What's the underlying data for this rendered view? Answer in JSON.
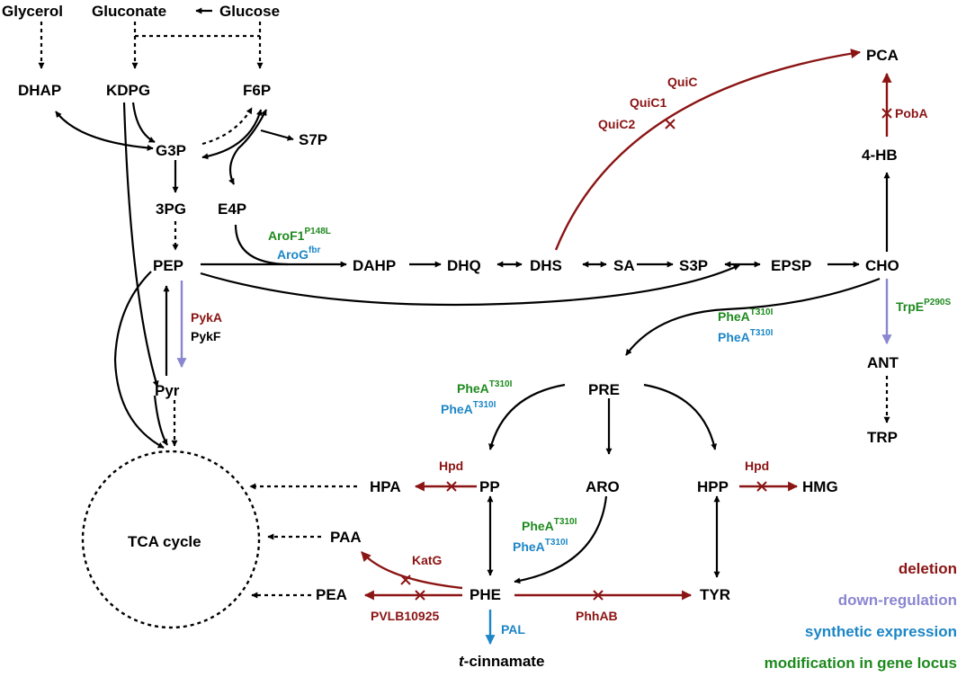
{
  "colors": {
    "black": "#000000",
    "deletion": "#8B1414",
    "downregulation": "#8A86D0",
    "synthetic": "#1C86C6",
    "modification": "#1E8A1E"
  },
  "nodes": {
    "glycerol": "Glycerol",
    "gluconate": "Gluconate",
    "glucose": "Glucose",
    "dhap": "DHAP",
    "kdpg": "KDPG",
    "f6p": "F6P",
    "g3p": "G3P",
    "s7p": "S7P",
    "pg3": "3PG",
    "e4p": "E4P",
    "pep": "PEP",
    "pyr": "Pyr",
    "tca": "TCA cycle",
    "dahp": "DAHP",
    "dhq": "DHQ",
    "dhs": "DHS",
    "sa": "SA",
    "s3p": "S3P",
    "epsp": "EPSP",
    "cho": "CHO",
    "pca": "PCA",
    "hb4": "4-HB",
    "ant": "ANT",
    "trp": "TRP",
    "pre": "PRE",
    "pp": "PP",
    "aro": "ARO",
    "hpp": "HPP",
    "hpa": "HPA",
    "hmg": "HMG",
    "paa": "PAA",
    "phe": "PHE",
    "tyr": "TYR",
    "pea": "PEA",
    "cinnamate_prefix": "t",
    "cinnamate_rest": "-cinnamate"
  },
  "enzymes": {
    "quic": "QuiC",
    "quic1": "QuiC1",
    "quic2": "QuiC2",
    "poba": "PobA",
    "arof1": "AroF1",
    "arof1_sup": "P148L",
    "arog": "AroG",
    "arog_sup": "fbr",
    "pyka": "PykA",
    "pykf": "PykF",
    "phea": "PheA",
    "phea_sup": "T310I",
    "trpe": "TrpE",
    "trpe_sup": "P290S",
    "hpd_left": "Hpd",
    "hpd_right": "Hpd",
    "katg": "KatG",
    "pvlb": "PVLB10925",
    "phhab": "PhhAB",
    "pal": "PAL"
  },
  "legend": {
    "deletion": "deletion",
    "downregulation": "down-regulation",
    "synthetic": "synthetic expression",
    "modification": "modification in gene locus"
  }
}
